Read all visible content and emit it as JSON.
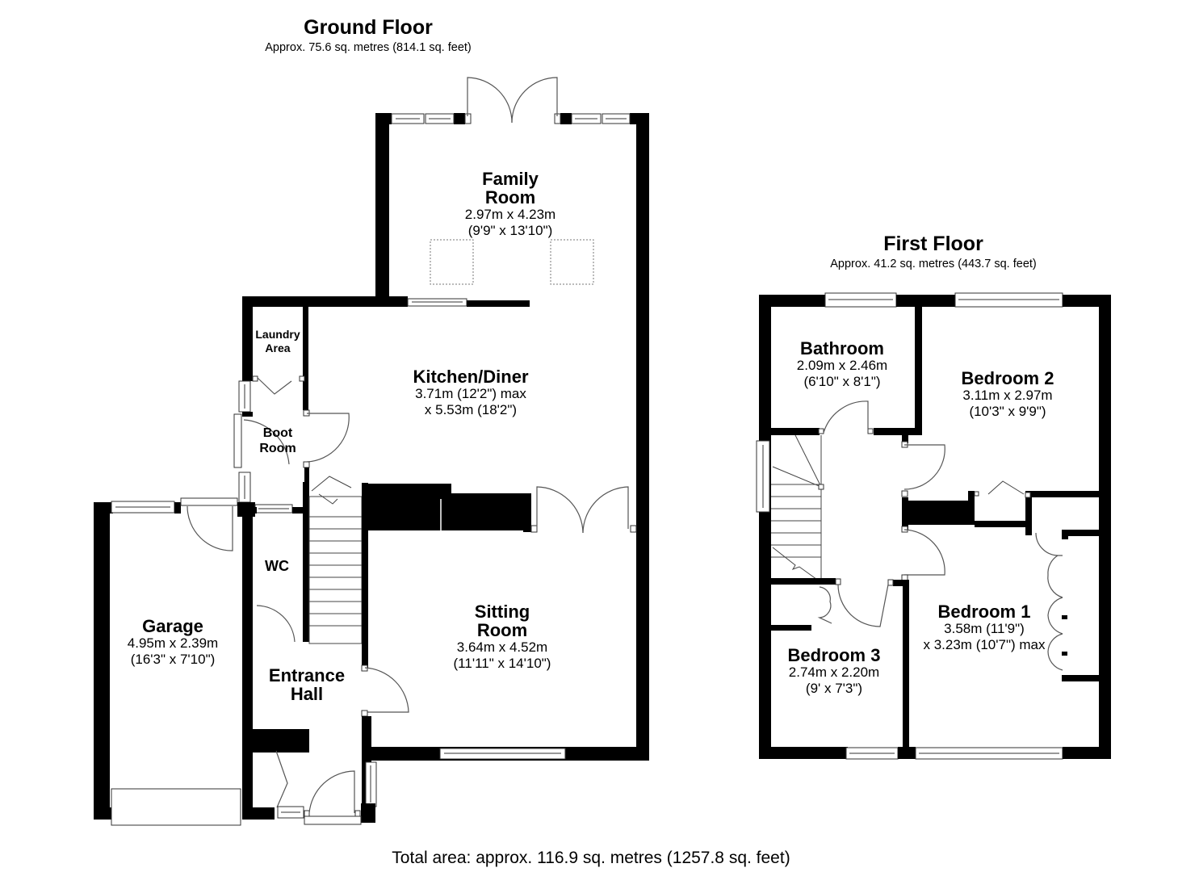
{
  "ground_floor": {
    "title": "Ground Floor",
    "area": "Approx. 75.6 sq. metres (814.1 sq. feet)",
    "rooms": {
      "family_room": {
        "name_line1": "Family",
        "name_line2": "Room",
        "dim_m": "2.97m x 4.23m",
        "dim_ft": "(9'9\" x 13'10\")"
      },
      "kitchen_diner": {
        "name": "Kitchen/Diner",
        "dim_line1": "3.71m (12'2\") max",
        "dim_line2": "x 5.53m (18'2\")"
      },
      "laundry_area": {
        "name_line1": "Laundry",
        "name_line2": "Area"
      },
      "boot_room": {
        "name_line1": "Boot",
        "name_line2": "Room"
      },
      "wc": {
        "name": "WC"
      },
      "sitting_room": {
        "name_line1": "Sitting",
        "name_line2": "Room",
        "dim_m": "3.64m x 4.52m",
        "dim_ft": "(11'11\" x 14'10\")"
      },
      "garage": {
        "name": "Garage",
        "dim_m": "4.95m x 2.39m",
        "dim_ft": "(16'3\" x 7'10\")"
      },
      "entrance_hall": {
        "name_line1": "Entrance",
        "name_line2": "Hall"
      }
    }
  },
  "first_floor": {
    "title": "First Floor",
    "area": "Approx. 41.2 sq. metres (443.7 sq. feet)",
    "rooms": {
      "bathroom": {
        "name": "Bathroom",
        "dim_m": "2.09m x 2.46m",
        "dim_ft": "(6'10\" x 8'1\")"
      },
      "bedroom_2": {
        "name": "Bedroom 2",
        "dim_m": "3.11m x 2.97m",
        "dim_ft": "(10'3\" x 9'9\")"
      },
      "bedroom_1": {
        "name": "Bedroom 1",
        "dim_line1": "3.58m (11'9\")",
        "dim_line2": "x 3.23m (10'7\") max"
      },
      "bedroom_3": {
        "name": "Bedroom 3",
        "dim_m": "2.74m x 2.20m",
        "dim_ft": "(9' x 7'3\")"
      }
    }
  },
  "total_area": "Total area: approx. 116.9 sq. metres (1257.8 sq. feet)",
  "colors": {
    "wall": "#000000",
    "background": "#ffffff",
    "fixture_line": "#555555"
  }
}
